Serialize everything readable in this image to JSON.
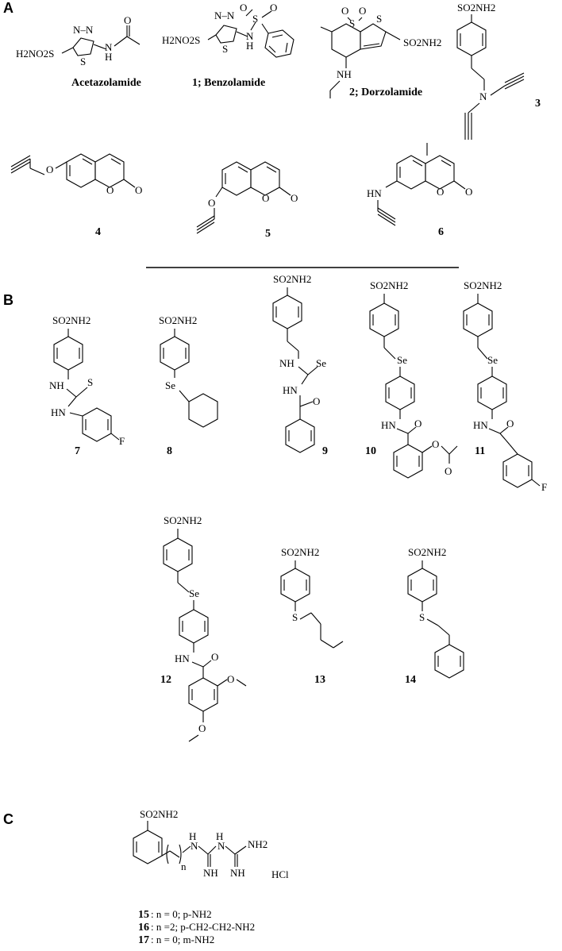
{
  "sections": {
    "a": "A",
    "b": "B",
    "c": "C"
  },
  "captions": {
    "acetazolamide": "Acetazolamide",
    "benzolamide": "1; Benzolamide",
    "dorzolamide": "2; Dorzolamide",
    "c3": "3",
    "c4": "4",
    "c5": "5",
    "c6": "6",
    "c7": "7",
    "c8": "8",
    "c9": "9",
    "c10": "10",
    "c11": "11",
    "c12": "12",
    "c13": "13",
    "c14": "14"
  },
  "atoms": {
    "h2no2s": "H2NO2S",
    "so2nh2": "SO2NH2",
    "nn": "N–N",
    "s": "S",
    "n": "N",
    "nh": "NH",
    "hn": "HN",
    "h": "H",
    "o": "O",
    "se": "Se",
    "f": "F",
    "n_sub": "n",
    "hcl": "HCl",
    "nh2": "NH2"
  },
  "legend_c": {
    "l15_num": "15",
    "l15_text": ": n = 0; p-NH2",
    "l16_num": "16",
    "l16_text": ": n =2; p-CH2-CH2-NH2",
    "l17_num": "17",
    "l17_text": ": n = 0; m-NH2"
  }
}
